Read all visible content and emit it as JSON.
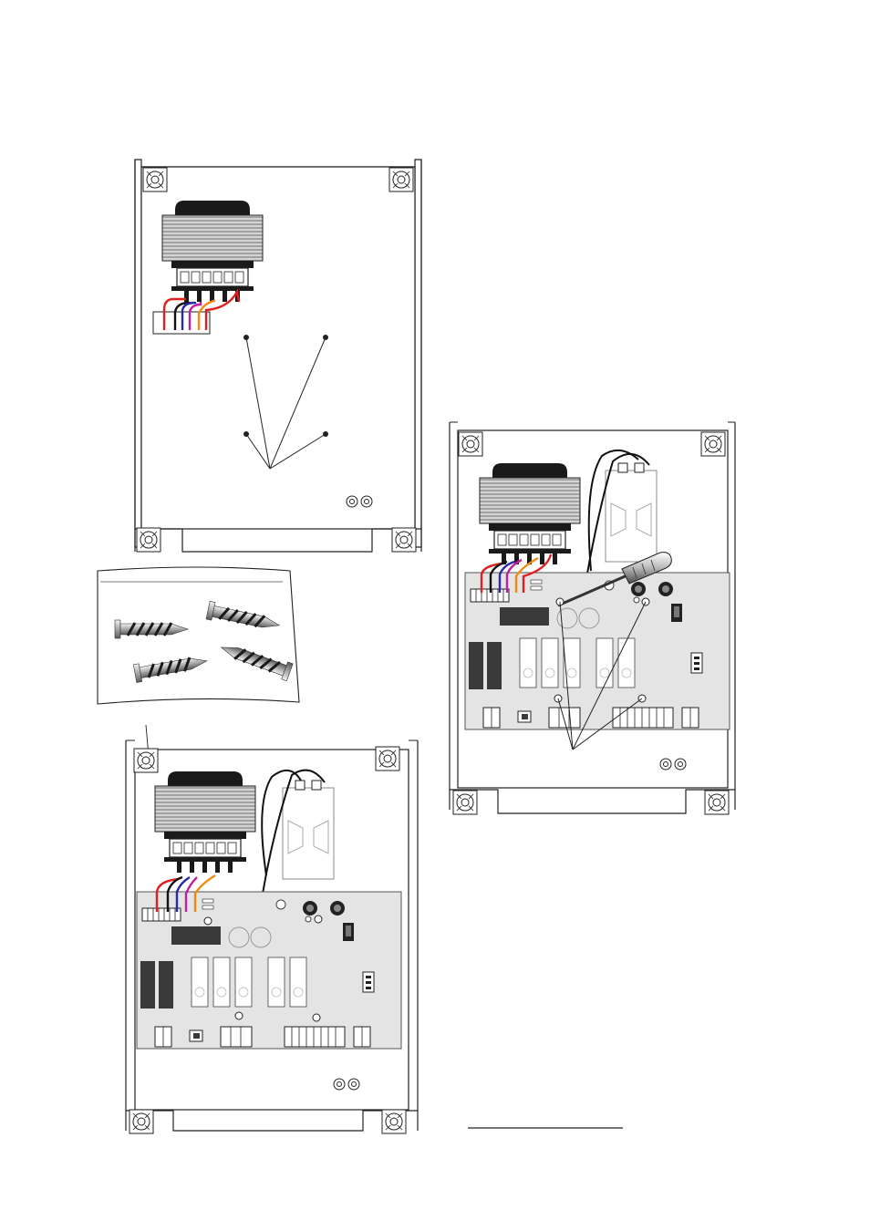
{
  "page": {
    "title": "",
    "caption_underline": ""
  },
  "colors": {
    "ink": "#1a1a1a",
    "wire_red": "#e02020",
    "wire_blue": "#2a2aa8",
    "wire_magenta": "#c020a0",
    "wire_orange": "#f08a10",
    "wire_black": "#111111",
    "pcb": "#e6e6e6",
    "transformer_body": "#d0d0d0",
    "relay_dark": "#3a3a3a",
    "screw_grey": "#9a9a9a"
  },
  "icons": {
    "enclosure": "enclosure-box-icon",
    "transformer": "transformer-icon",
    "battery": "battery-pack-icon",
    "screwdriver": "screwdriver-icon",
    "screw": "screw-icon",
    "control_board": "control-board-icon"
  },
  "steps": [
    {
      "id": "step-1",
      "description": ""
    },
    {
      "id": "step-2",
      "description": ""
    },
    {
      "id": "step-3",
      "description": ""
    },
    {
      "id": "step-4",
      "description": ""
    }
  ],
  "transformer_terminals": [
    "0",
    "1",
    "2",
    "3",
    "4",
    "5"
  ],
  "screw_count": 4
}
